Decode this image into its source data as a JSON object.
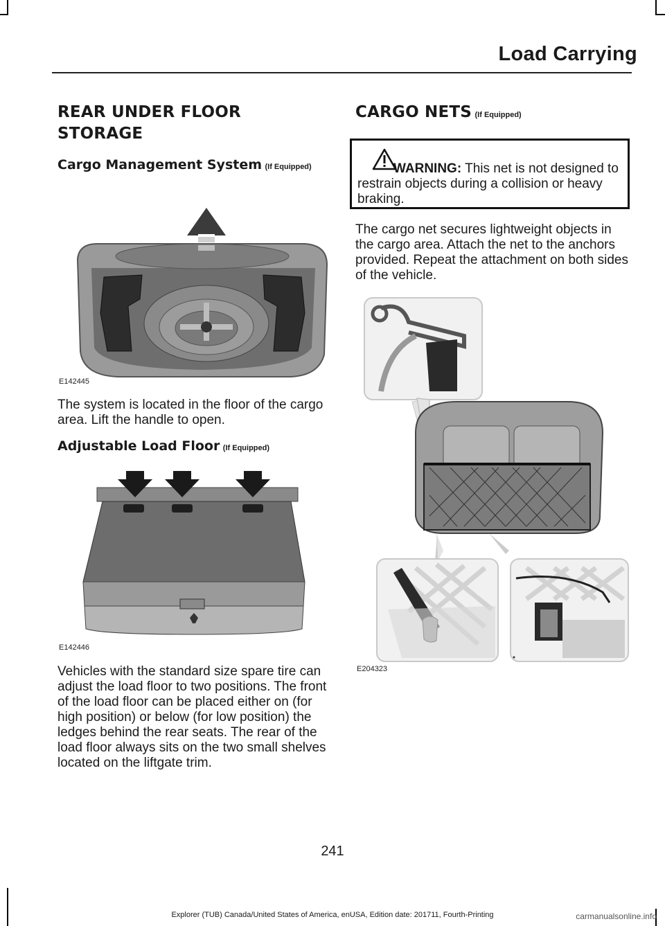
{
  "header": {
    "title": "Load Carrying"
  },
  "left": {
    "section_title": "REAR UNDER FLOOR STORAGE",
    "sub1_title": "Cargo Management System",
    "sub1_note": "(If Equipped)",
    "fig1_code": "E142445",
    "para1": "The system is located in the floor of the cargo area. Lift the handle to open.",
    "sub2_title": "Adjustable Load Floor",
    "sub2_note": "(If Equipped)",
    "fig2_code": "E142446",
    "para2": "Vehicles with the standard size spare tire can adjust the load floor to two positions. The front of the load floor can be placed either on (for high position) or below (for low position) the ledges behind the rear seats. The rear of the load floor always sits on the two small shelves located on the liftgate trim."
  },
  "right": {
    "section_title": "CARGO NETS",
    "section_note": "(If Equipped)",
    "warning_label": "WARNING:",
    "warning_text": "This net is not designed to restrain objects during a collision or heavy braking.",
    "para1": "The cargo net secures lightweight objects in the cargo area. Attach the net to the anchors provided. Repeat the attachment on both sides of the vehicle.",
    "fig3_code": "E204323"
  },
  "footer": {
    "page_number": "241",
    "edition": "Explorer (TUB) Canada/United States of America, enUSA, Edition date: 201711, Fourth-Printing",
    "watermark": "carmanualsonline.info"
  },
  "colors": {
    "text": "#1a1a1a",
    "illustration_gray": "#8a8a8a",
    "dark_gray": "#3a3a3a"
  }
}
